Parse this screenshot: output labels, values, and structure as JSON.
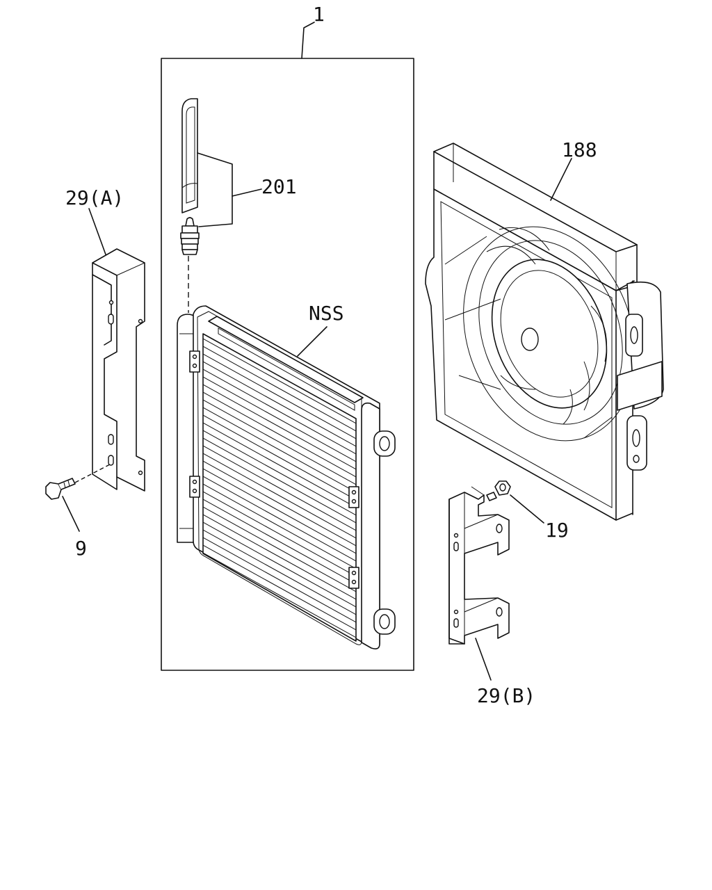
{
  "labels": {
    "assembly": "1",
    "dryer_kit": "201",
    "fan_shroud": "188",
    "bracket_a": "29(A)",
    "condenser": "NSS",
    "bolt": "9",
    "nut": "19",
    "bracket_b": "29(B)"
  }
}
